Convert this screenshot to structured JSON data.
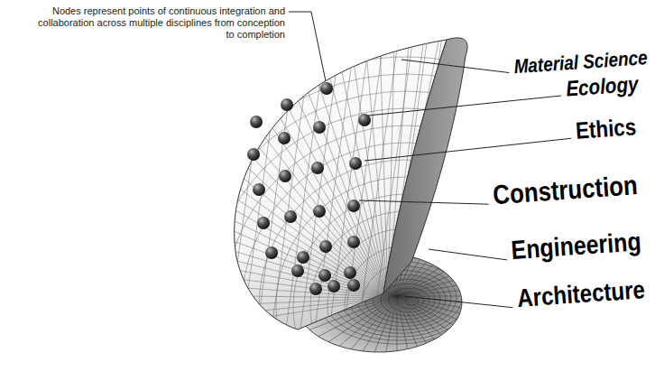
{
  "diagram": {
    "labels": [
      "Nodes represent points of continuous integration and collaboration across multiple disciplines from conception to completion",
      "Material Science",
      "Ecology",
      "Ethics",
      "Construction",
      "Engineering",
      "Architecture"
    ]
  }
}
